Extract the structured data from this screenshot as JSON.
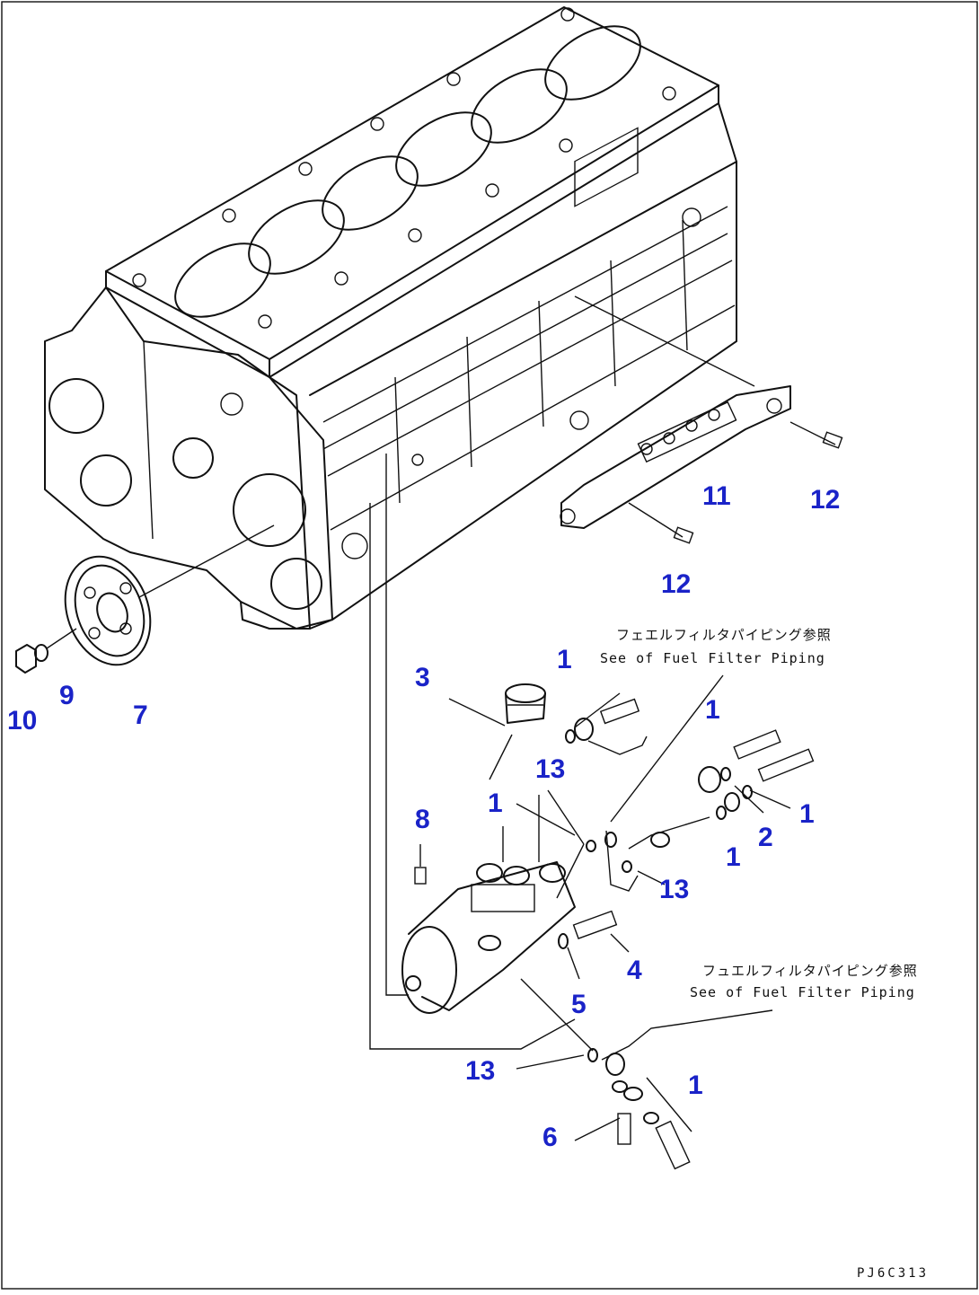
{
  "notes": {
    "fuel_filter_jp_1": "フェエルフィルタパイピング参照",
    "fuel_filter_en_1": "See of Fuel Filter Piping",
    "fuel_filter_jp_2": "フュエルフィルタパイピング参照",
    "fuel_filter_en_2": "See of Fuel Filter Piping"
  },
  "callouts": [
    {
      "id": "c1a",
      "text": "1"
    },
    {
      "id": "c1b",
      "text": "1"
    },
    {
      "id": "c1c",
      "text": "1"
    },
    {
      "id": "c1d",
      "text": "1"
    },
    {
      "id": "c1e",
      "text": "1"
    },
    {
      "id": "c1f",
      "text": "1"
    },
    {
      "id": "c2",
      "text": "2"
    },
    {
      "id": "c3",
      "text": "3"
    },
    {
      "id": "c4",
      "text": "4"
    },
    {
      "id": "c5",
      "text": "5"
    },
    {
      "id": "c6",
      "text": "6"
    },
    {
      "id": "c7",
      "text": "7"
    },
    {
      "id": "c8",
      "text": "8"
    },
    {
      "id": "c9",
      "text": "9"
    },
    {
      "id": "c10",
      "text": "10"
    },
    {
      "id": "c11",
      "text": "11"
    },
    {
      "id": "c12a",
      "text": "12"
    },
    {
      "id": "c12b",
      "text": "12"
    },
    {
      "id": "c13a",
      "text": "13"
    },
    {
      "id": "c13b",
      "text": "13"
    },
    {
      "id": "c13c",
      "text": "13"
    }
  ],
  "drawing_code": "PJ6C313"
}
